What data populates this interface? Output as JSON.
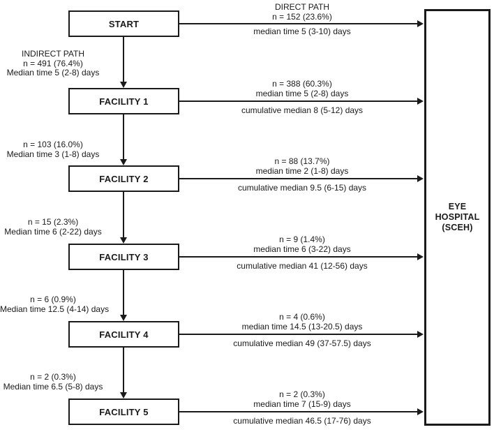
{
  "diagram": {
    "hospital": {
      "line1": "EYE HOSPITAL",
      "line2": "(SCEH)"
    },
    "rows": [
      {
        "box": "START",
        "arrow_above_1": "DIRECT PATH",
        "arrow_above_2": "n = 152 (23.6%)",
        "arrow_below": "median time 5 (3-10) days",
        "down_1": "INDIRECT PATH",
        "down_2": "n = 491 (76.4%)",
        "down_3": "Median time 5 (2-8) days"
      },
      {
        "box": "FACILITY 1",
        "arrow_above_1": "n = 388 (60.3%)",
        "arrow_above_2": "median time 5 (2-8) days",
        "arrow_below": "cumulative median 8 (5-12) days",
        "down_1": "n = 103 (16.0%)",
        "down_2": "Median time 3 (1-8) days"
      },
      {
        "box": "FACILITY 2",
        "arrow_above_1": "n = 88 (13.7%)",
        "arrow_above_2": "median time 2 (1-8) days",
        "arrow_below": "cumulative median 9.5 (6-15) days",
        "down_1": "n = 15 (2.3%)",
        "down_2": "Median time 6 (2-22) days"
      },
      {
        "box": "FACILITY 3",
        "arrow_above_1": "n = 9 (1.4%)",
        "arrow_above_2": "median time 6 (3-22) days",
        "arrow_below": "cumulative median 41 (12-56) days",
        "down_1": "n = 6 (0.9%)",
        "down_2": "Median time 12.5 (4-14) days"
      },
      {
        "box": "FACILITY 4",
        "arrow_above_1": "n = 4 (0.6%)",
        "arrow_above_2": "median time 14.5 (13-20.5) days",
        "arrow_below": "cumulative median 49 (37-57.5) days",
        "down_1": "n = 2 (0.3%)",
        "down_2": "Median time 6.5 (5-8) days"
      },
      {
        "box": "FACILITY 5",
        "arrow_above_1": "n = 2 (0.3%)",
        "arrow_above_2": "median time 7 (15-9) days",
        "arrow_below": "cumulative median 46.5 (17-76) days"
      }
    ]
  },
  "colors": {
    "background": "#ffffff",
    "line": "#1a1a1a",
    "text": "#1a1a1a"
  }
}
